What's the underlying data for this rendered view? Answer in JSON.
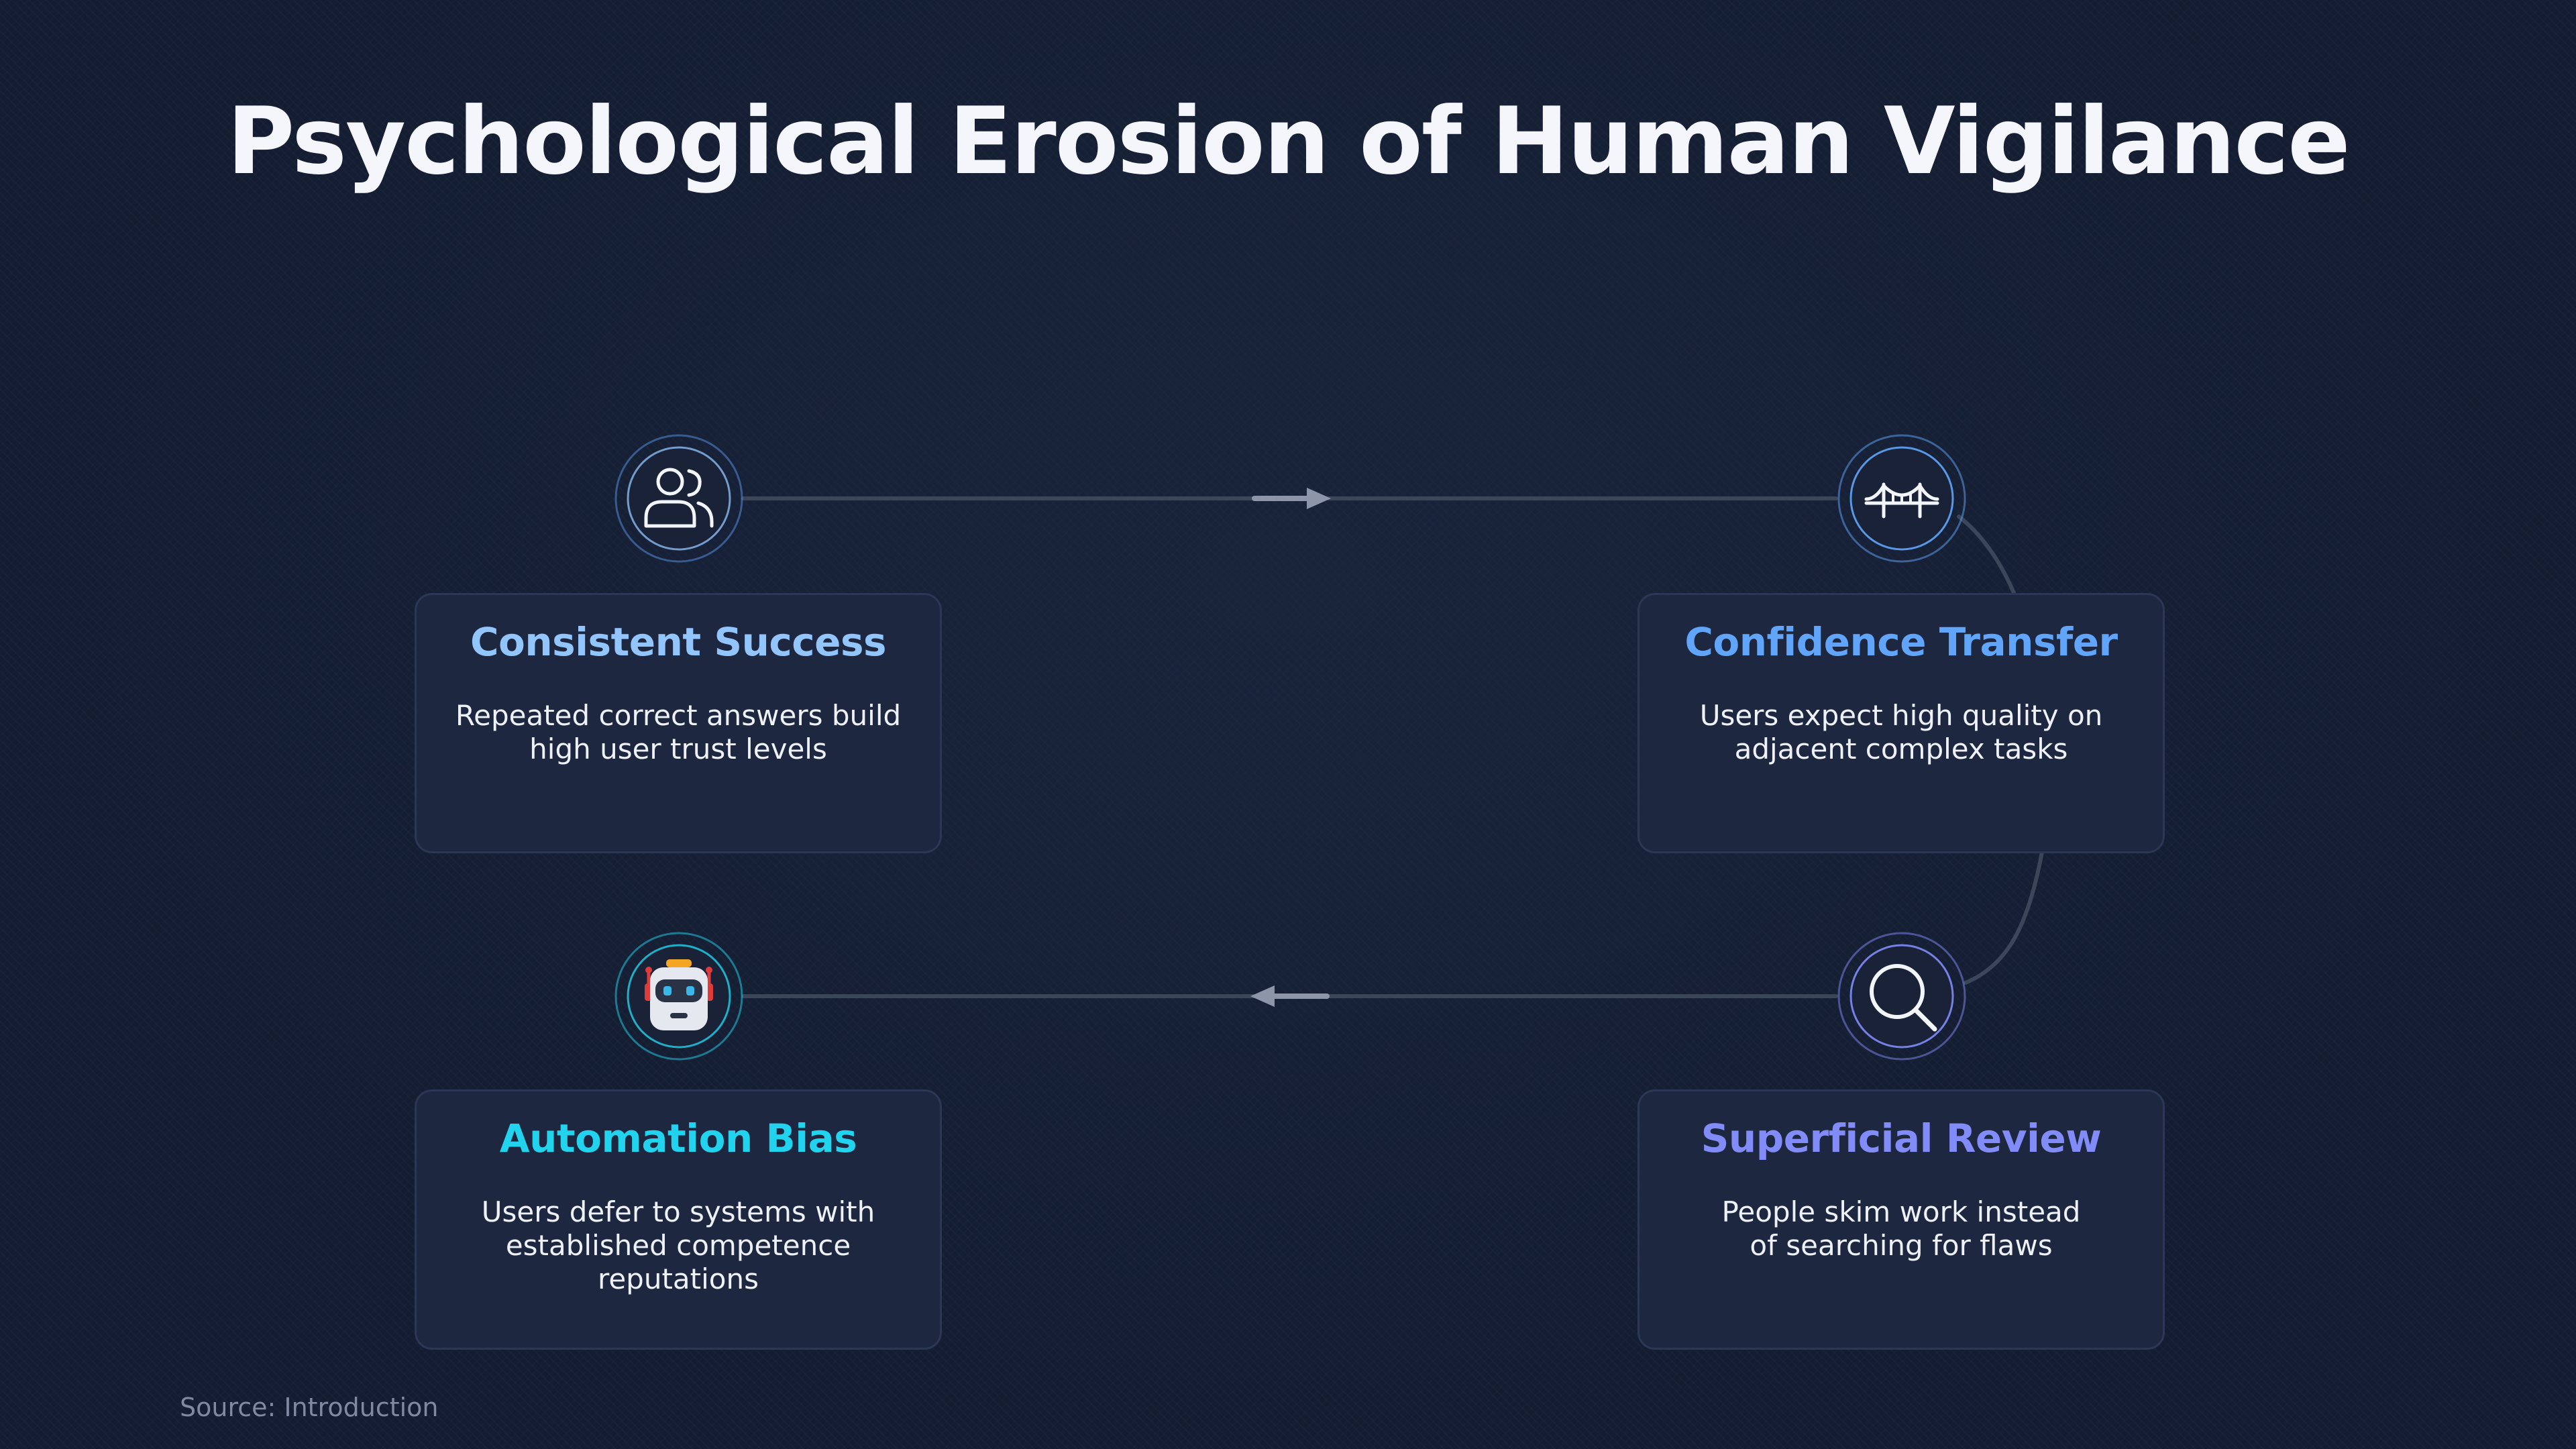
{
  "title": "Psychological Erosion of Human Vigilance",
  "colors": {
    "background": "#131c30",
    "card_background": "#1d2740",
    "card_border": "#2b3754",
    "connector": "#3c4659",
    "arrow": "#8d96a8",
    "title_text": "#f4f6fb",
    "body_text": "#eef1f7"
  },
  "steps": [
    {
      "title": "Consistent Success",
      "description": "Repeated correct answers build high user trust levels",
      "icon": "users-icon",
      "accent": "#93c5fd"
    },
    {
      "title": "Confidence Transfer",
      "description": "Users expect high quality on adjacent complex tasks",
      "icon": "bridge-icon",
      "accent": "#60a5fa"
    },
    {
      "title": "Superficial Review",
      "description": "People skim work instead of searching for flaws",
      "icon": "magnifier-icon",
      "accent": "#818cf8"
    },
    {
      "title": "Automation Bias",
      "description": "Users defer to systems with established competence reputations",
      "icon": "robot-icon",
      "accent": "#22d3ee"
    }
  ],
  "source": "Source: Introduction"
}
